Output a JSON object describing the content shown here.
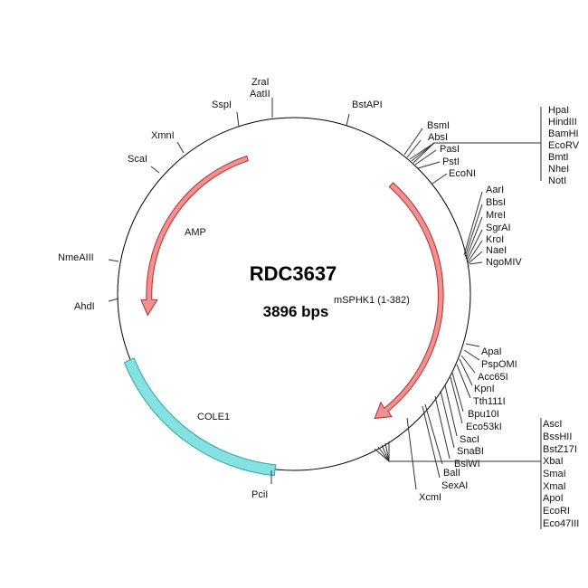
{
  "map": {
    "name": "RDC3637",
    "size": "3896 bps"
  },
  "colors": {
    "arrow_fill": "#f09090",
    "arrow_stroke": "#b03030",
    "ori_fill": "#86e2e2",
    "ori_stroke": "#2aa7a7",
    "backbone": "#000000"
  },
  "features": [
    {
      "id": "mSPHK1",
      "label": "mSPHK1 (1-382)",
      "type": "gene",
      "color_key": "arrow_fill"
    },
    {
      "id": "AMP",
      "label": "AMP",
      "type": "gene",
      "color_key": "arrow_fill"
    },
    {
      "id": "COLE1",
      "label": "COLE1",
      "type": "origin",
      "color_key": "ori_fill"
    }
  ],
  "sites": {
    "zrai": "ZraI",
    "aatii": "AatII",
    "sspi": "SspI",
    "bstapi": "BstAPI",
    "xmni": "XmnI",
    "scai": "ScaI",
    "nmeaiii": "NmeAIII",
    "ahdi": "AhdI",
    "pcii": "PciI",
    "bsmi": "BsmI",
    "absi": "AbsI",
    "pasi": "PasI",
    "psti": "PstI",
    "econi": "EcoNI",
    "hpai": "HpaI",
    "hindiii": "HindIII",
    "bamhi": "BamHI",
    "ecorv": "EcoRV",
    "bmti": "BmtI",
    "nhei": "NheI",
    "noti": "NotI",
    "aari": "AarI",
    "bbsi": "BbsI",
    "mrei": "MreI",
    "sgrai": "SgrAI",
    "kroi": "KroI",
    "naei": "NaeI",
    "ngomiv": "NgoMIV",
    "apai": "ApaI",
    "pspomi": "PspOMI",
    "acc65i": "Acc65I",
    "kpni": "KpnI",
    "tth111i": "Tth111I",
    "bpu10i": "Bpu10I",
    "eco53ki": "Eco53kI",
    "saci": "SacI",
    "snabi": "SnaBI",
    "bsiwi": "BsiWI",
    "bali": "BalI",
    "sexai": "SexAI",
    "xcmi": "XcmI",
    "asci": "AscI",
    "bsshii": "BssHII",
    "bstz17i": "BstZ17I",
    "xbai": "XbaI",
    "smai": "SmaI",
    "xmai": "XmaI",
    "apoi": "ApoI",
    "ecori": "EcoRI",
    "eco47iii": "Eco47III"
  }
}
